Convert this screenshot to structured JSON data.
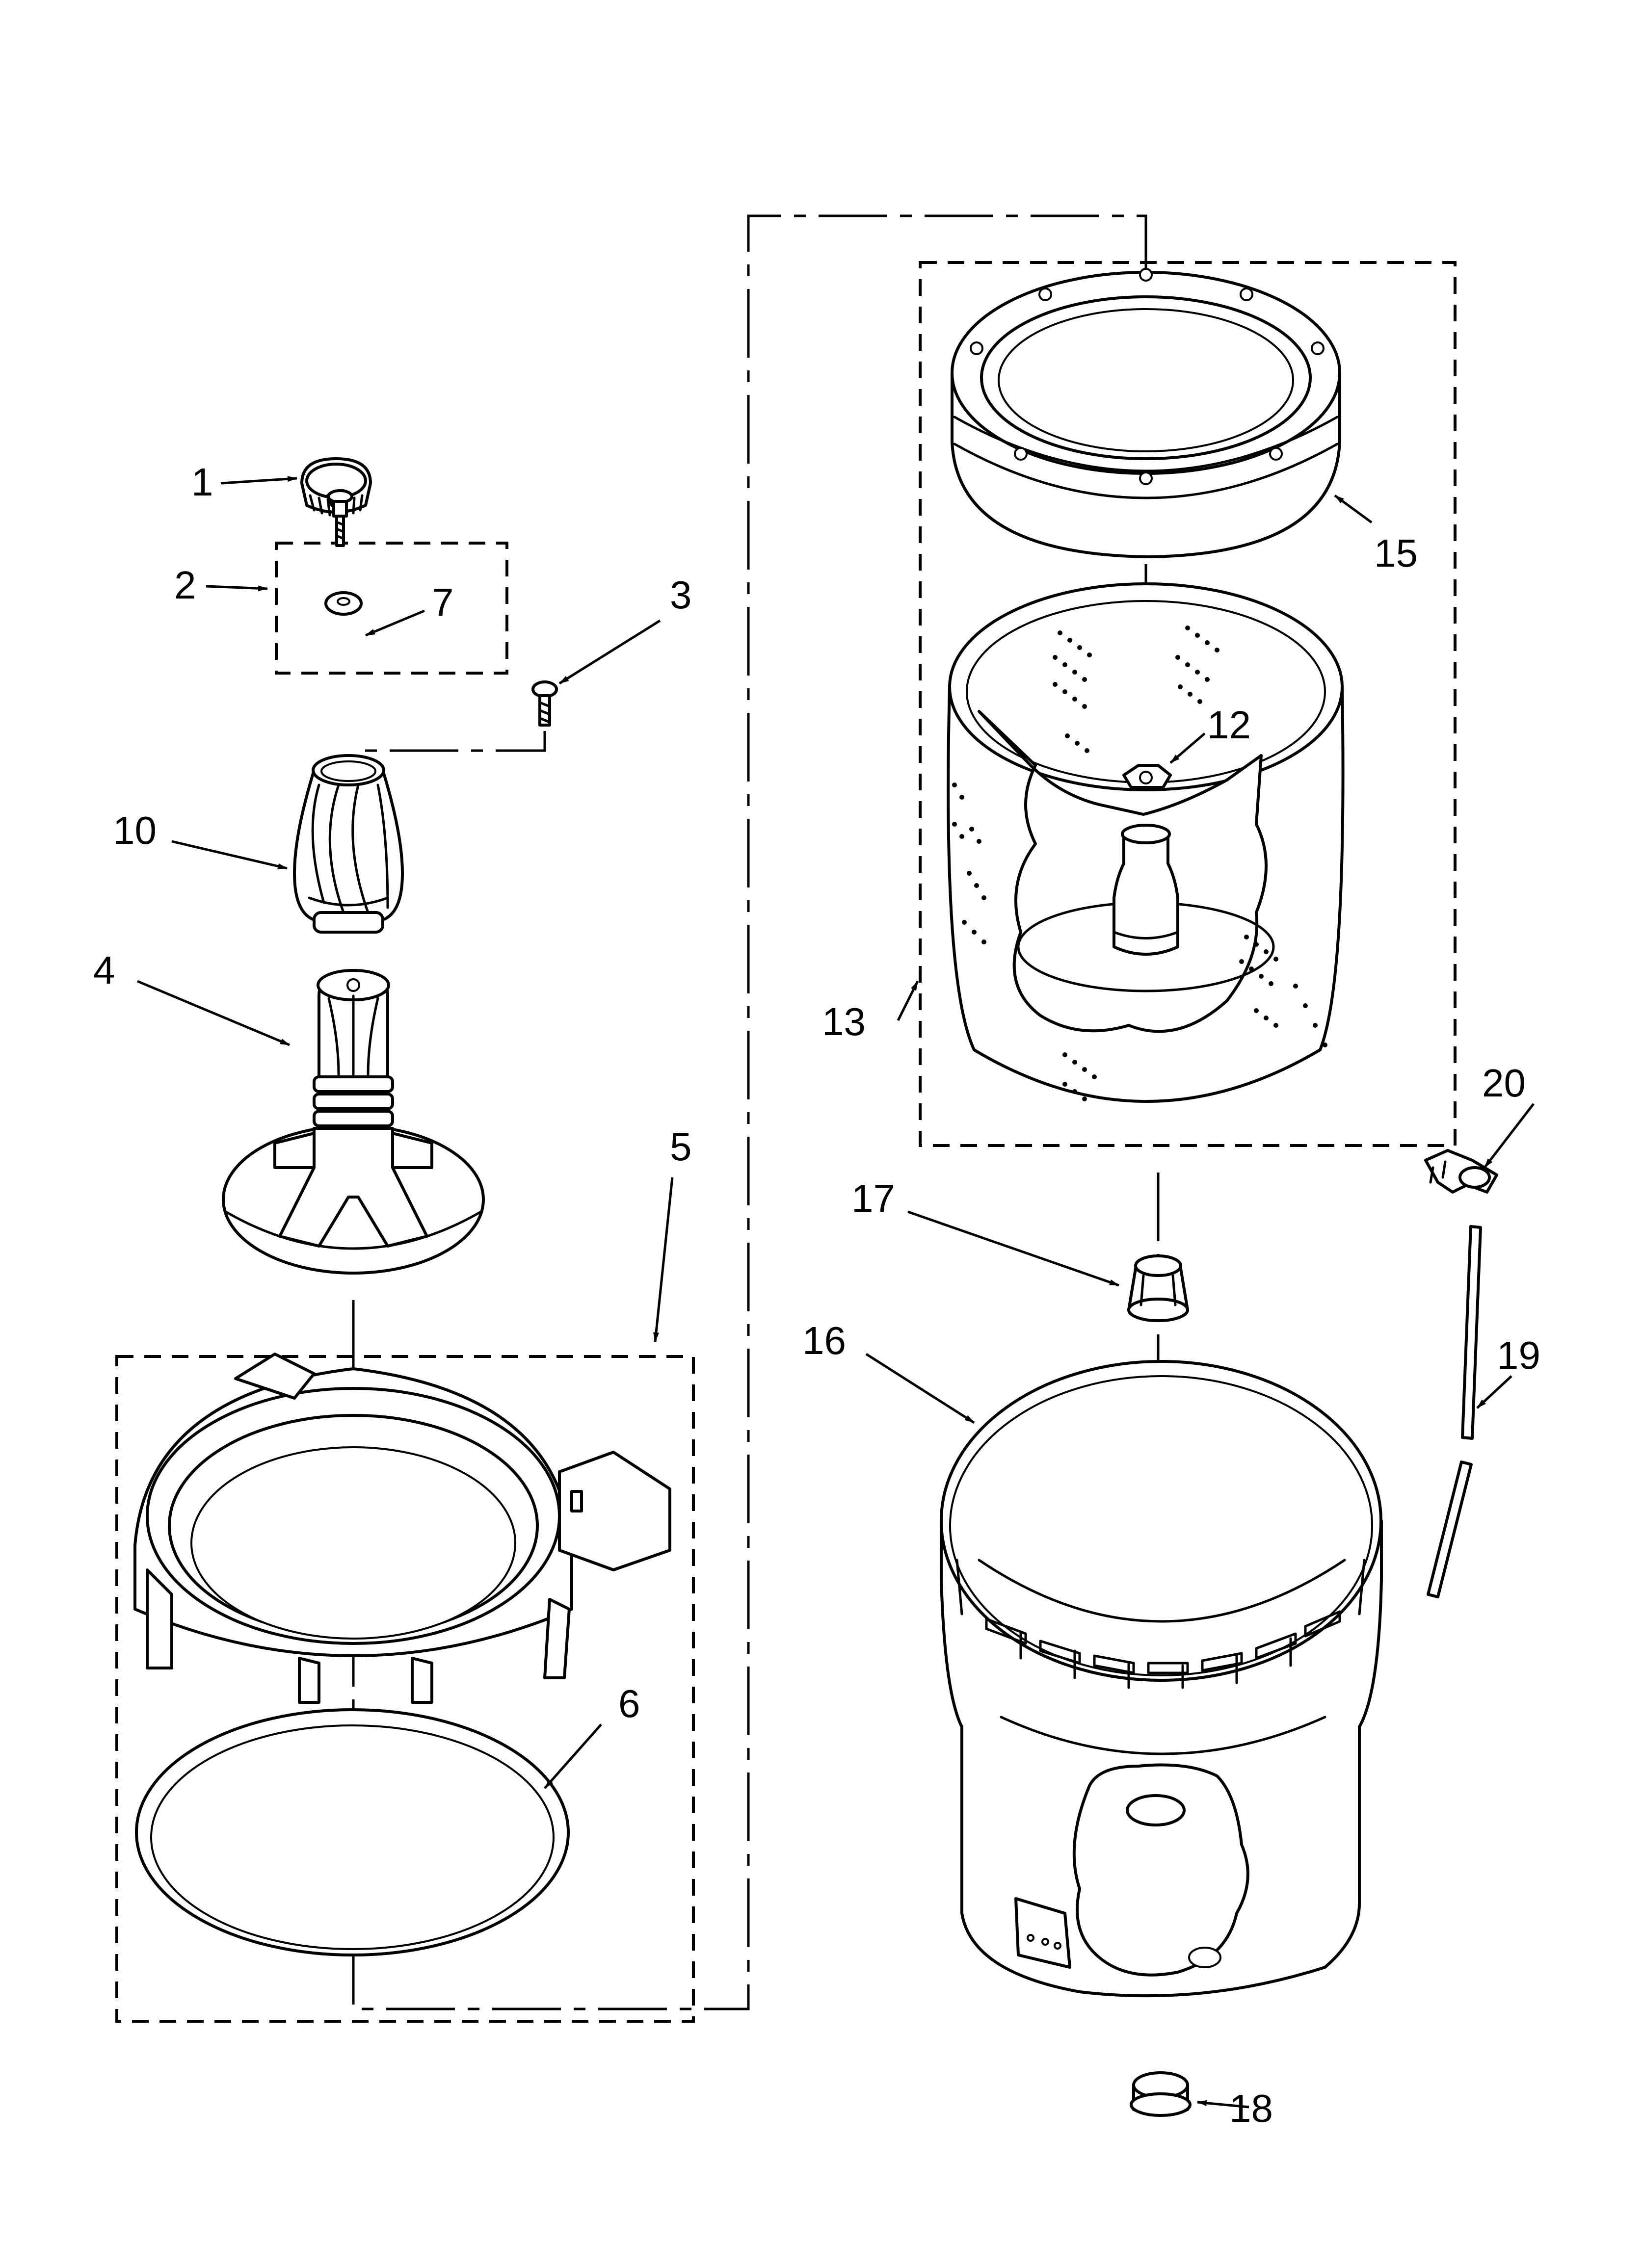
{
  "callouts": {
    "c1": "1",
    "c2": "2",
    "c3": "3",
    "c4": "4",
    "c5": "5",
    "c6": "6",
    "c7": "7",
    "c10": "10",
    "c12": "12",
    "c13": "13",
    "c15": "15",
    "c16": "16",
    "c17": "17",
    "c18": "18",
    "c19": "19",
    "c20": "20"
  }
}
